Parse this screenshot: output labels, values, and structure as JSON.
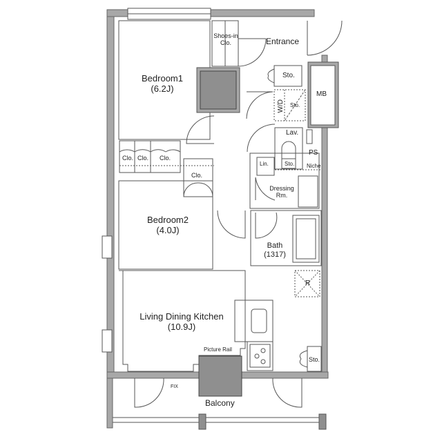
{
  "plan": {
    "wall_color": "#a8a8a8",
    "line_color": "#555555",
    "shaft_color": "#8f8f8f",
    "rooms": {
      "bedroom1": {
        "name": "Bedroom1",
        "size": "(6.2J)"
      },
      "bedroom2": {
        "name": "Bedroom2",
        "size": "(4.0J)"
      },
      "ldk": {
        "name": "Living Dining Kitchen",
        "size": "(10.9J)"
      },
      "entrance": {
        "name": "Entrance"
      },
      "bath": {
        "name": "Bath",
        "size": "(1317)"
      },
      "dressing": {
        "name": "Dressing",
        "name2": "Rm."
      },
      "balcony": {
        "name": "Balcony"
      }
    },
    "labels": {
      "shoes_in_1": "Shoes-in",
      "shoes_in_2": "Clo.",
      "sto_entrance": "Sto.",
      "wd": "W/D",
      "sto_wd": "Sto.",
      "mb": "MB",
      "lav": "Lav.",
      "ps": "PS",
      "lin": "Lin.",
      "sto_lav": "Sto.",
      "niche": "Niche",
      "clo_1": "Clo.",
      "clo_2": "Clo.",
      "clo_3": "Clo.",
      "clo_4": "Clo.",
      "r": "R",
      "picture_rail": "Picture Rail",
      "fix": "FIX",
      "sto_kitchen": "Sto."
    }
  }
}
